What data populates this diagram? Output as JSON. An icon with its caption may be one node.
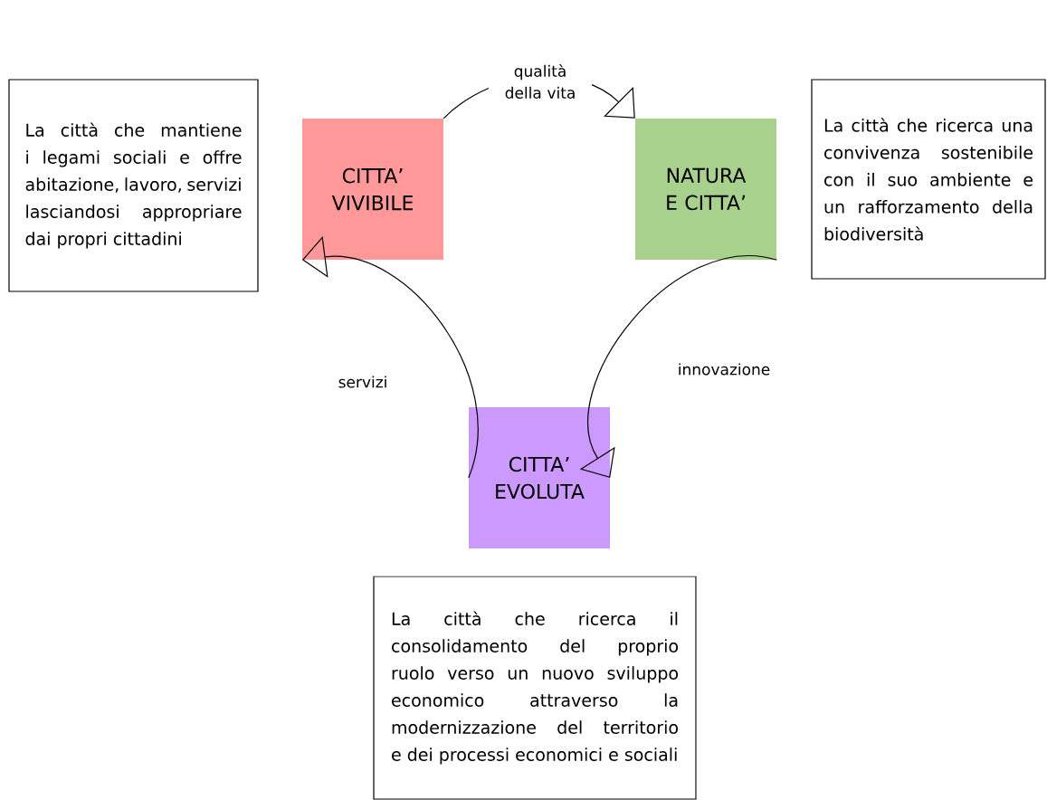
{
  "diagram": {
    "nodes": [
      {
        "text": [
          "La città che mantiene i legami sociali e offre abitazione, lavoro, servizi lasciandosi appropriare dai propri cittadini"
        ]
      },
      {
        "text": [
          "CITTA’ VIVIBILE"
        ]
      },
      {
        "text": [
          "NATURA E CITTA’"
        ]
      },
      {
        "text": [
          "La città che ricerca una convivenza sostenibile con il suo ambiente e un rafforzamento della biodiversità"
        ]
      },
      {
        "text": [
          "CITTA’ EVOLUTA"
        ]
      },
      {
        "text": [
          "La città che ricerca il consolidamento del proprio ruolo verso un nuovo sviluppo economico attraverso la modernizzazione del territorio e dei processi economici e sociali"
        ]
      }
    ],
    "edges": [
      {
        "from": 1,
        "to": 2,
        "arrow": "to",
        "label": "qualità della vita"
      },
      {
        "from": 2,
        "to": 4,
        "arrow": "to",
        "label": "innovazione"
      },
      {
        "from": 4,
        "to": 1,
        "arrow": "to",
        "label": "servizi"
      }
    ]
  }
}
